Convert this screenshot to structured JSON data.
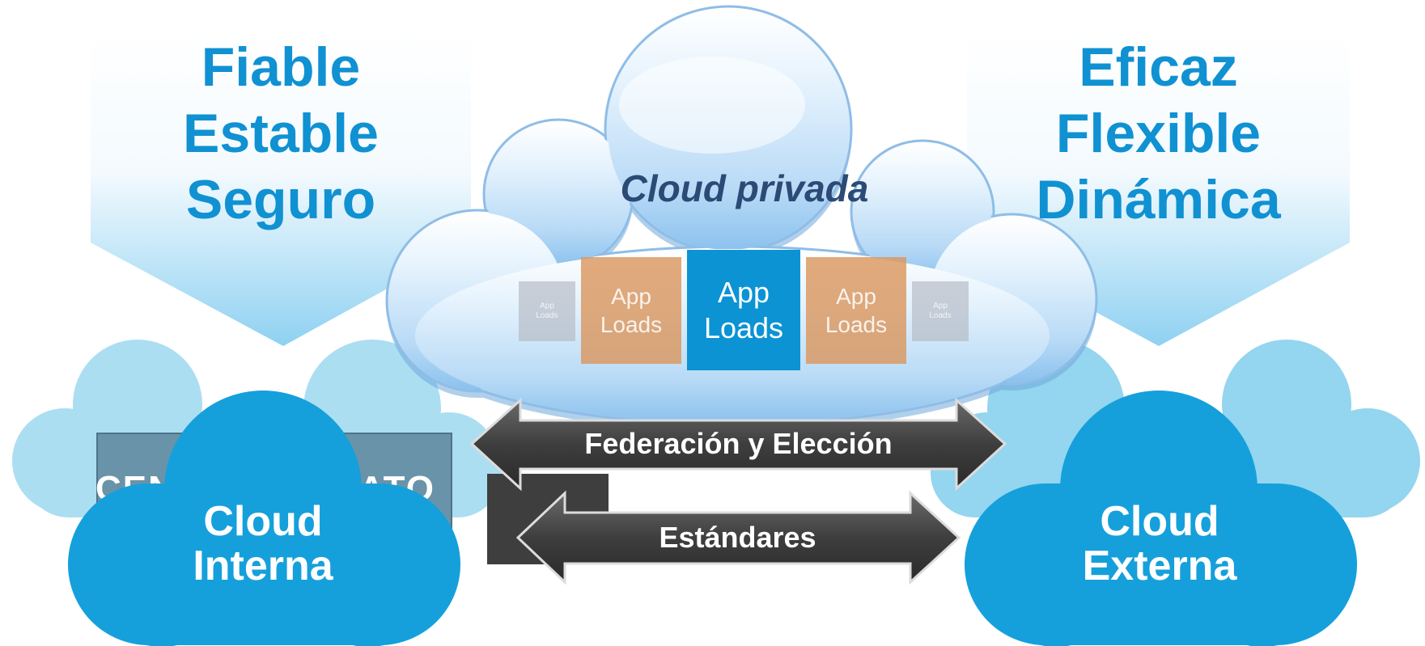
{
  "left_properties": [
    "Fiable",
    "Estable",
    "Seguro"
  ],
  "right_properties": [
    "Eficaz",
    "Flexible",
    "Dinámica"
  ],
  "private_cloud": {
    "title": "Cloud privada",
    "app_box_main": [
      "App",
      "Loads"
    ],
    "app_box_side": [
      "App",
      "Loads"
    ],
    "app_box_tiny": [
      "App",
      "Loads"
    ]
  },
  "datacenter_text": "CENTRO DE DATOS",
  "arrows": {
    "top": "Federación y Elección",
    "bottom": "Estándares"
  },
  "internal_cloud": [
    "Cloud",
    "Interna"
  ],
  "external_cloud": [
    "Cloud",
    "Externa"
  ],
  "colors": {
    "accent_blue": "#1091d2",
    "cloud_dark": "#15a0dc",
    "cloud_light": "#a9dcf1",
    "app_box": "#0b93d4",
    "app_box_side": "#d7955c",
    "arrow_fill": "#3c3c3c",
    "private_title": "#2b4a75"
  }
}
